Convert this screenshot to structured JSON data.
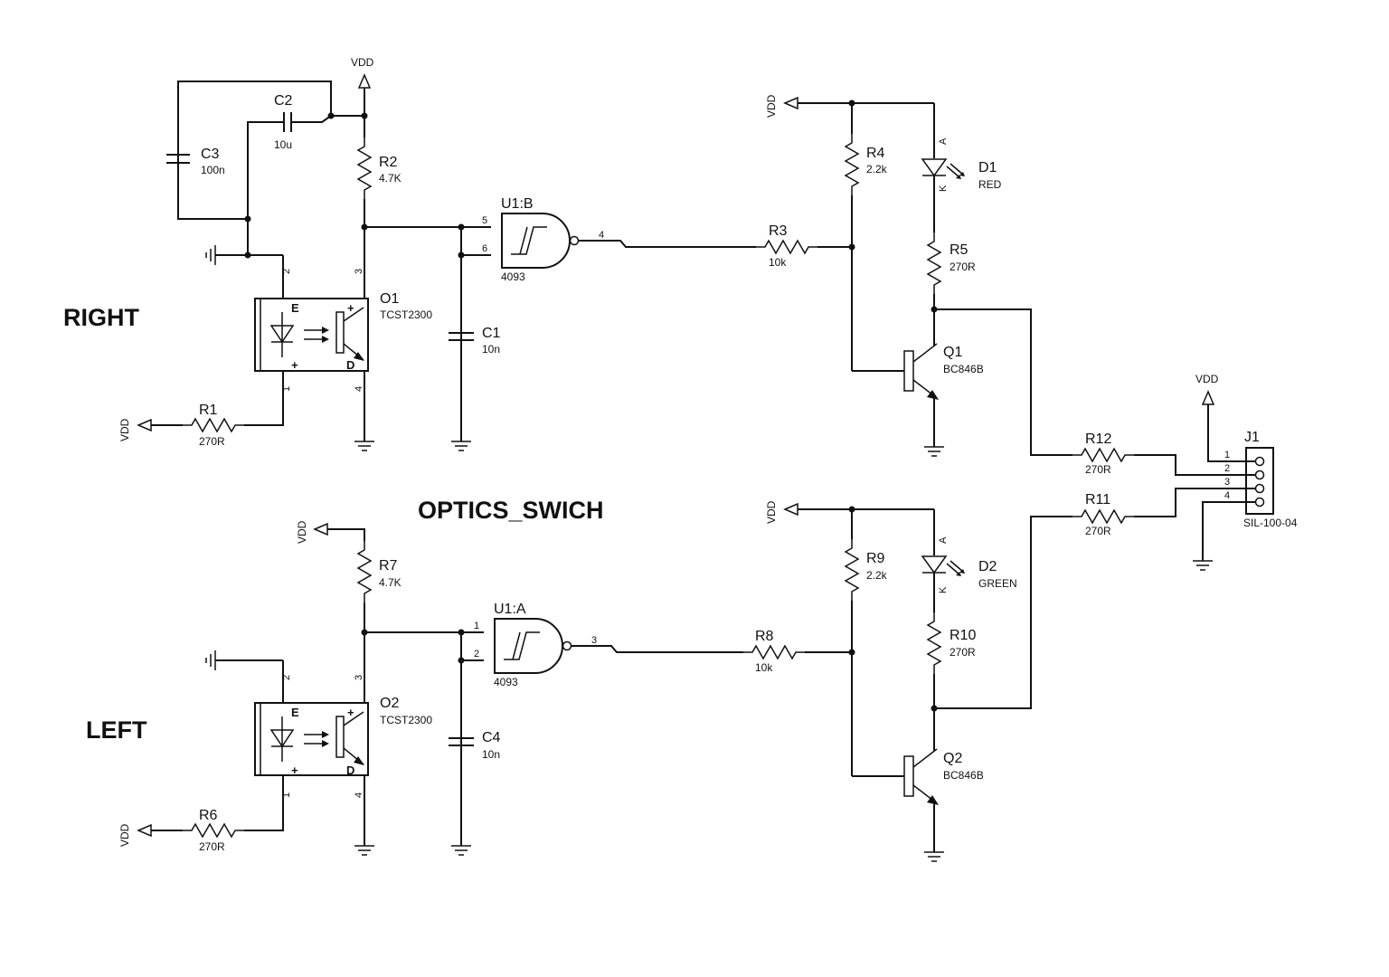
{
  "labels": {
    "right": "RIGHT",
    "left": "LEFT",
    "title": "OPTICS_SWICH"
  },
  "supply": {
    "vdd": "VDD"
  },
  "components": {
    "C2": {
      "ref": "C2",
      "value": "10u"
    },
    "C3": {
      "ref": "C3",
      "value": "100n"
    },
    "R2": {
      "ref": "R2",
      "value": "4.7K"
    },
    "O1": {
      "ref": "O1",
      "value": "TCST2300"
    },
    "R1": {
      "ref": "R1",
      "value": "270R"
    },
    "C1": {
      "ref": "C1",
      "value": "10n"
    },
    "U1B": {
      "ref": "U1:B",
      "value": "4093",
      "pins": [
        "5",
        "6",
        "4"
      ]
    },
    "R3": {
      "ref": "R3",
      "value": "10k"
    },
    "R4": {
      "ref": "R4",
      "value": "2.2k"
    },
    "D1": {
      "ref": "D1",
      "value": "RED"
    },
    "R5": {
      "ref": "R5",
      "value": "270R"
    },
    "Q1": {
      "ref": "Q1",
      "value": "BC846B"
    },
    "R12": {
      "ref": "R12",
      "value": "270R"
    },
    "R11": {
      "ref": "R11",
      "value": "270R"
    },
    "J1": {
      "ref": "J1",
      "value": "SIL-100-04",
      "pins": [
        "1",
        "2",
        "3",
        "4"
      ]
    },
    "R7": {
      "ref": "R7",
      "value": "4.7K"
    },
    "O2": {
      "ref": "O2",
      "value": "TCST2300"
    },
    "R6": {
      "ref": "R6",
      "value": "270R"
    },
    "C4": {
      "ref": "C4",
      "value": "10n"
    },
    "U1A": {
      "ref": "U1:A",
      "value": "4093",
      "pins": [
        "1",
        "2",
        "3"
      ]
    },
    "R8": {
      "ref": "R8",
      "value": "10k"
    },
    "R9": {
      "ref": "R9",
      "value": "2.2k"
    },
    "D2": {
      "ref": "D2",
      "value": "GREEN"
    },
    "R10": {
      "ref": "R10",
      "value": "270R"
    },
    "Q2": {
      "ref": "Q2",
      "value": "BC846B"
    }
  },
  "opto_pins": {
    "p1": "1",
    "p2": "2",
    "p3": "3",
    "p4": "4",
    "E": "E",
    "D": "D",
    "plus": "+"
  },
  "diode_pins": {
    "A": "A",
    "K": "K"
  }
}
